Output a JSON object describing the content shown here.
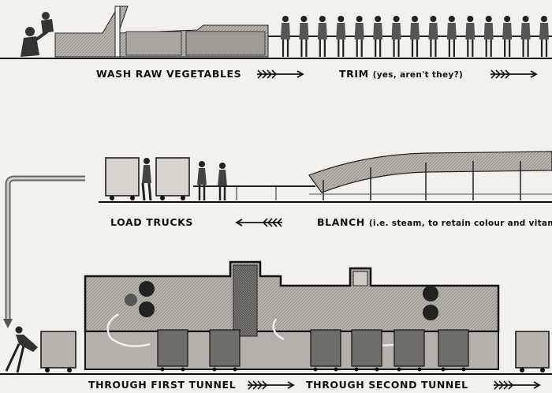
{
  "steps": {
    "wash": "WASH RAW VEGETABLES",
    "trim_main": "TRIM",
    "trim_note": "(yes, aren't they?)",
    "load": "LOAD TRUCKS",
    "blanch_main": "BLANCH",
    "blanch_note": "(i.e. steam, to retain colour and vitam",
    "tunnel1": "THROUGH FIRST TUNNEL",
    "tunnel2": "THROUGH SECOND TUNNEL"
  },
  "arrows": [
    {
      "id": "arrow-wash-to-trim",
      "direction": "right"
    },
    {
      "id": "arrow-trim-onward",
      "direction": "right"
    },
    {
      "id": "arrow-blanch-to-load",
      "direction": "left"
    },
    {
      "id": "arrow-tunnel1-to-tunnel2",
      "direction": "right"
    },
    {
      "id": "arrow-tunnel2-onward",
      "direction": "right"
    }
  ],
  "colors": {
    "ink": "#111111",
    "paper": "#f3f1ec",
    "shade": "#9a9893",
    "light": "#c9c6bf"
  },
  "counts": {
    "trimmers": 15
  }
}
